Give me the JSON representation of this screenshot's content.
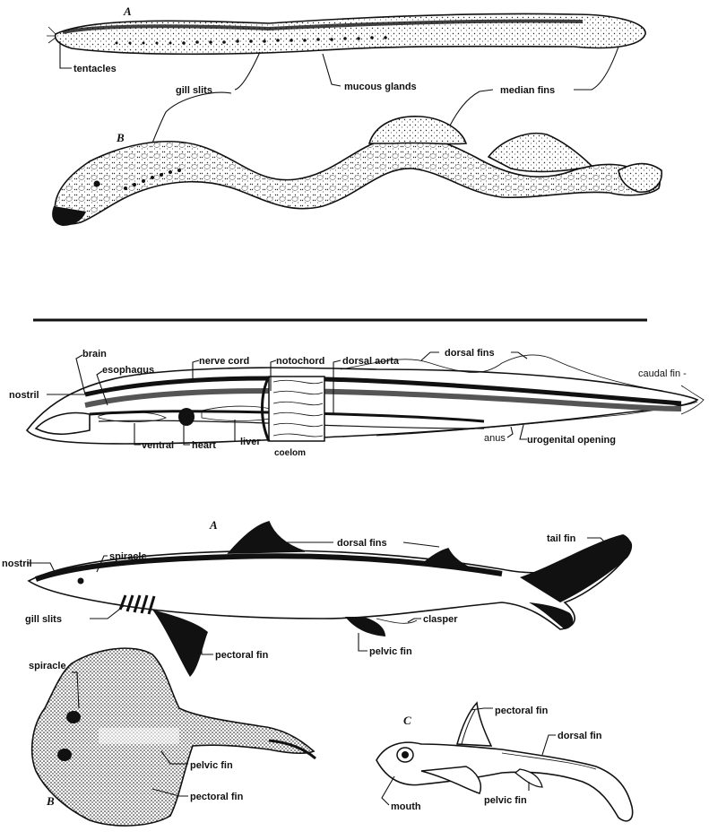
{
  "panel_hagfish_lamprey": {
    "fig_a": "A",
    "fig_b": "B",
    "labels": {
      "tentacles": "tentacles",
      "gill_slits": "gill slits",
      "mucous_glands": "mucous glands",
      "median_fins": "median fins"
    }
  },
  "panel_lancelet_anatomy": {
    "labels": {
      "brain": "brain",
      "esophagus": "esophagus",
      "nerve_cord": "nerve cord",
      "notochord": "notochord",
      "dorsal_aorta": "dorsal aorta",
      "dorsal_fins": "dorsal fins",
      "caudal_fin": "caudal fin -",
      "nostril": "nostril",
      "ventral": "ventral",
      "heart": "heart",
      "liver": "liver",
      "coelom": "coelom",
      "anus": "anus",
      "urogenital_opening": "urogenital opening"
    }
  },
  "panel_cartilaginous": {
    "fig_a": "A",
    "fig_b": "B",
    "fig_c": "C",
    "shark_labels": {
      "nostril": "nostril",
      "spiracle": "spiracle",
      "dorsal_fins": "dorsal fins",
      "tail_fin": "tail fin",
      "gill_slits": "gill slits",
      "clasper": "clasper",
      "pectoral_fin": "pectoral fin",
      "pelvic_fin": "pelvic fin"
    },
    "ray_labels": {
      "spiracle": "spiracle",
      "pelvic_fin": "pelvic fin",
      "pectoral_fin": "pectoral fin"
    },
    "chimaera_labels": {
      "pectoral_fin": "pectoral fin",
      "dorsal_fin": "dorsal fin",
      "mouth": "mouth",
      "pelvic_fin": "pelvic fin"
    }
  }
}
